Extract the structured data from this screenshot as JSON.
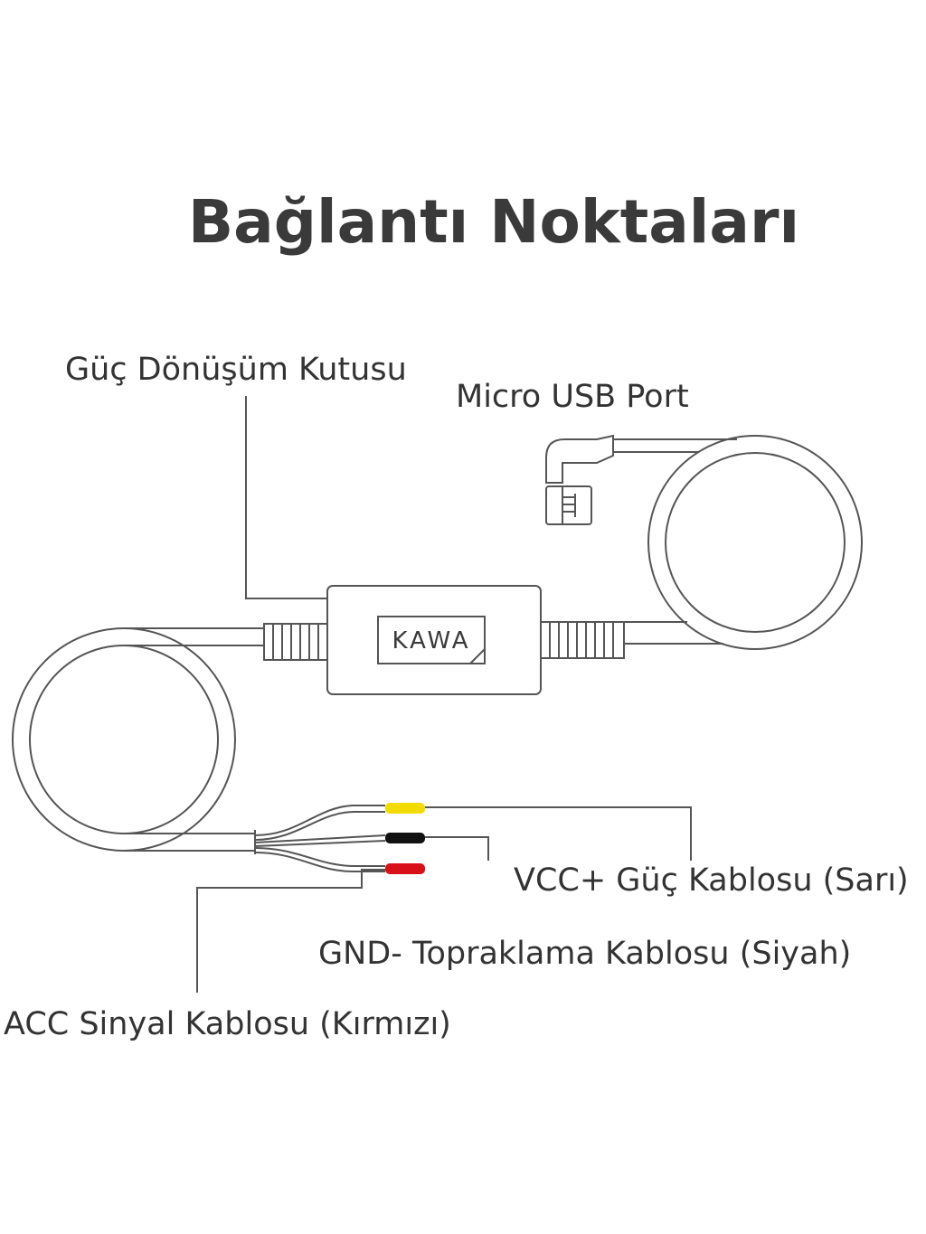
{
  "title": "Bağlantı Noktaları",
  "brand_label": "KAWA",
  "labels": {
    "converter_box": "Güç Dönüşüm Kutusu",
    "micro_usb": "Micro USB Port",
    "vcc": "VCC+ Güç Kablosu (Sarı)",
    "gnd": "GND- Topraklama Kablosu (Siyah)",
    "acc": "ACC Sinyal Kablosu (Kırmızı)"
  },
  "colors": {
    "vcc_wire": "#f2dc00",
    "gnd_wire": "#111111",
    "acc_wire": "#d8101a"
  }
}
